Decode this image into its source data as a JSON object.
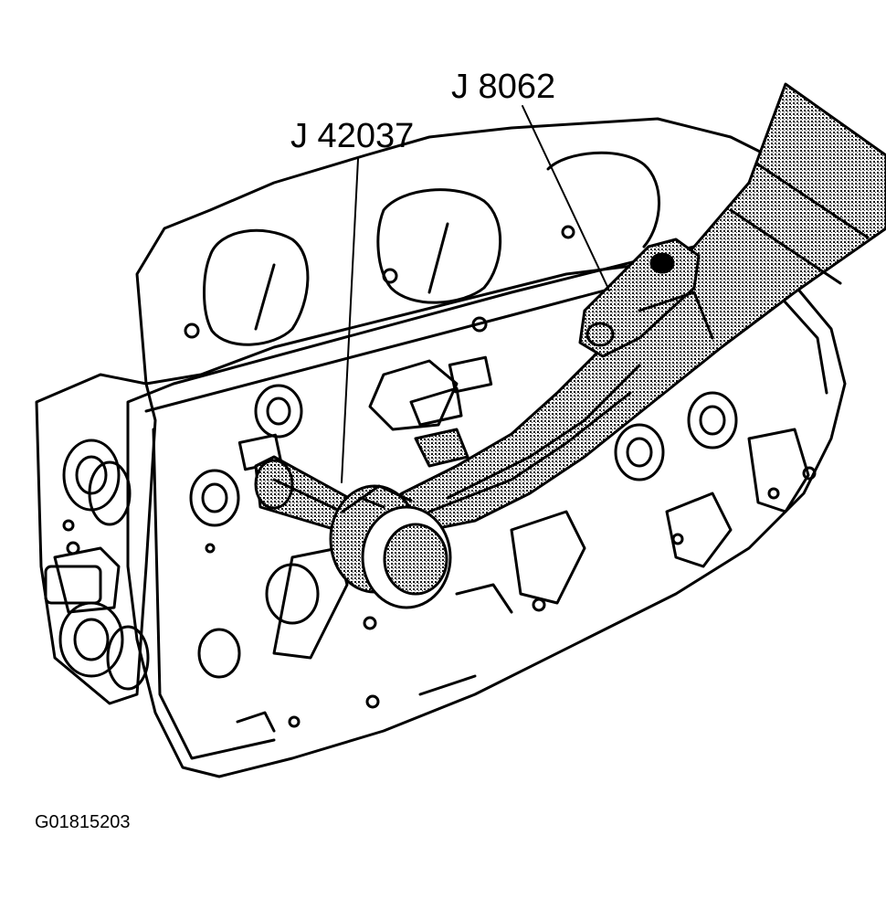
{
  "labels": {
    "tool_upper": "J 8062",
    "tool_lower": "J 42037"
  },
  "figure_id": "G01815203",
  "colors": {
    "ink": "#000000",
    "paper": "#ffffff",
    "shading": "#8a8a8a"
  }
}
